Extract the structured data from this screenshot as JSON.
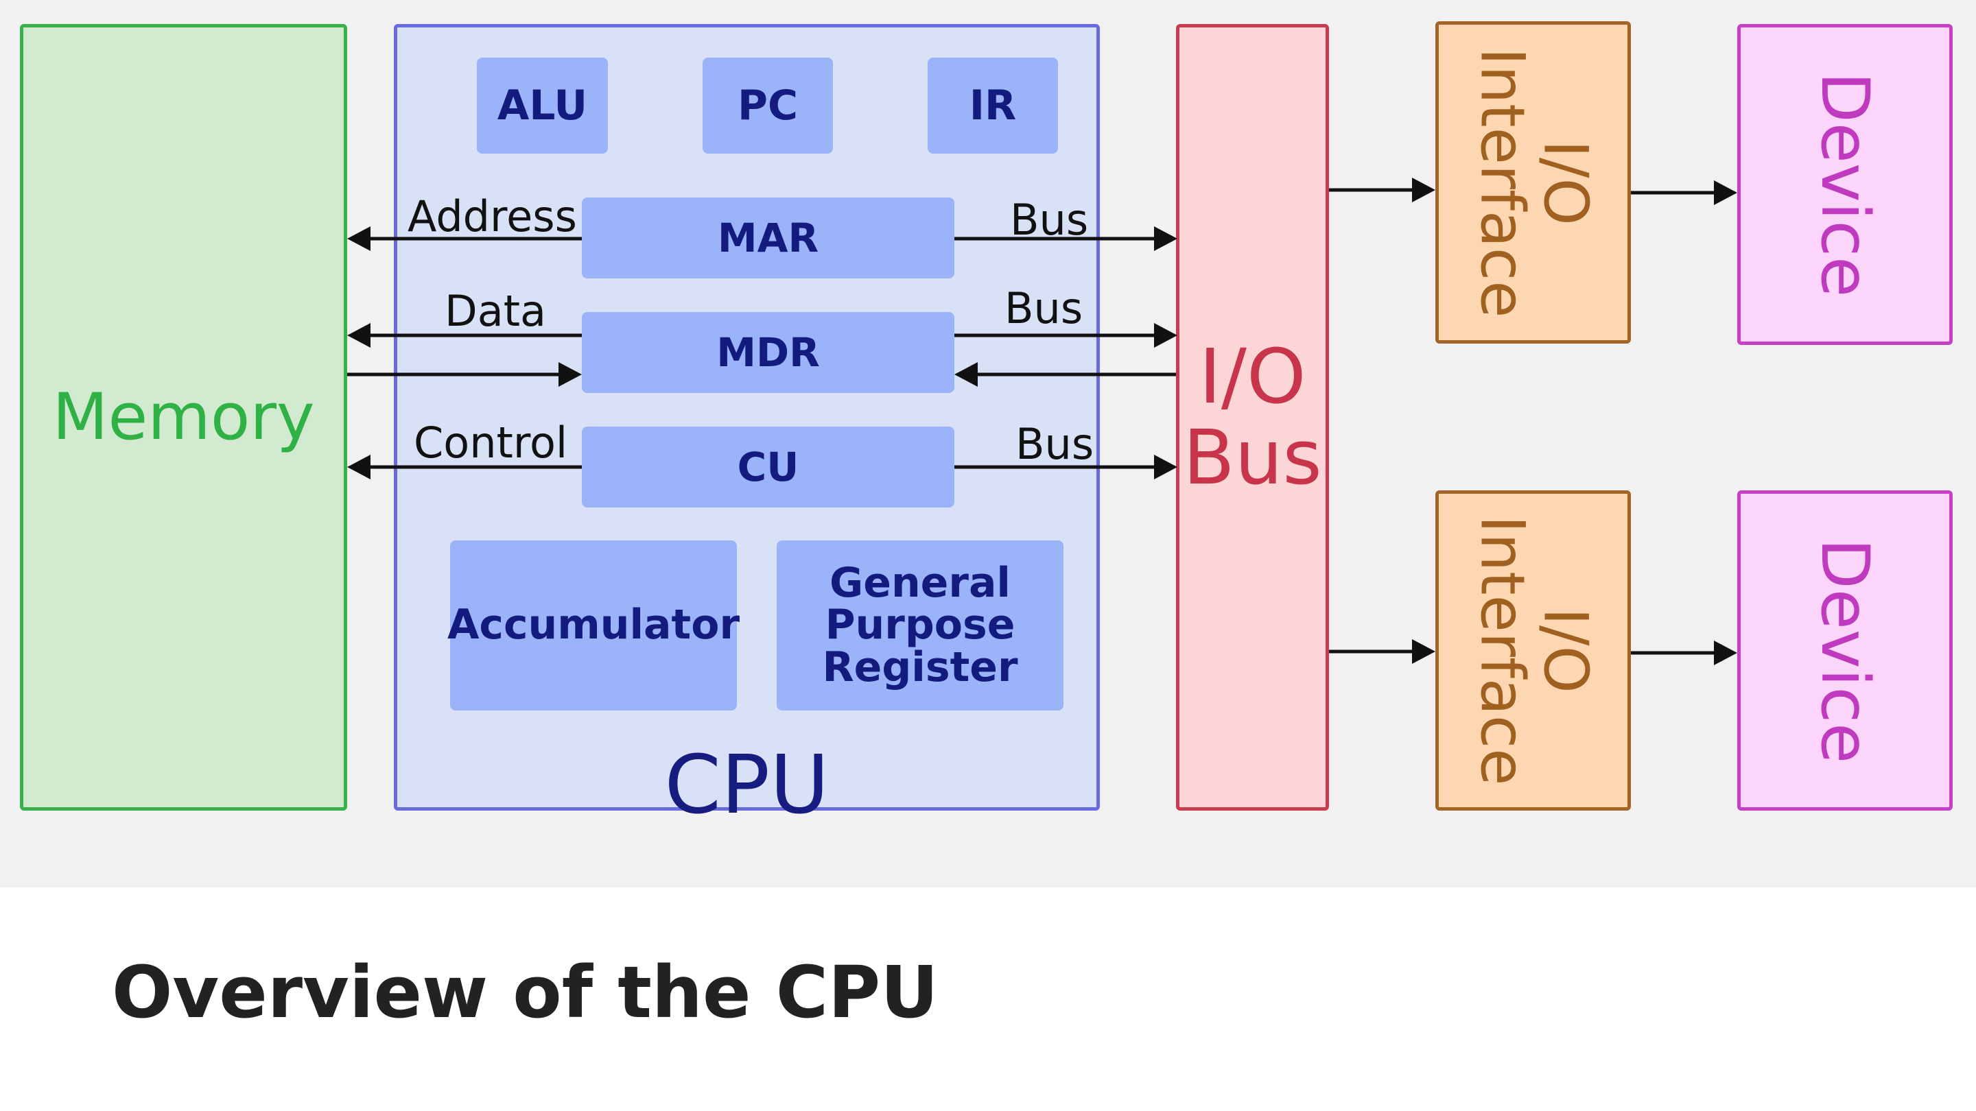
{
  "diagram": {
    "memory": "Memory",
    "cpu": {
      "label": "CPU",
      "registers_top": [
        "ALU",
        "PC",
        "IR"
      ],
      "mar": "MAR",
      "mdr": "MDR",
      "cu": "CU",
      "accumulator": "Accumulator",
      "gpr": [
        "General",
        "Purpose",
        "Register"
      ]
    },
    "bus_labels": {
      "address": "Address",
      "data": "Data",
      "control": "Control",
      "bus": "Bus"
    },
    "io_bus": [
      "I/O",
      "Bus"
    ],
    "io_interface": [
      "I/O",
      "Interface"
    ],
    "device": "Device"
  },
  "caption": "Overview of the CPU"
}
